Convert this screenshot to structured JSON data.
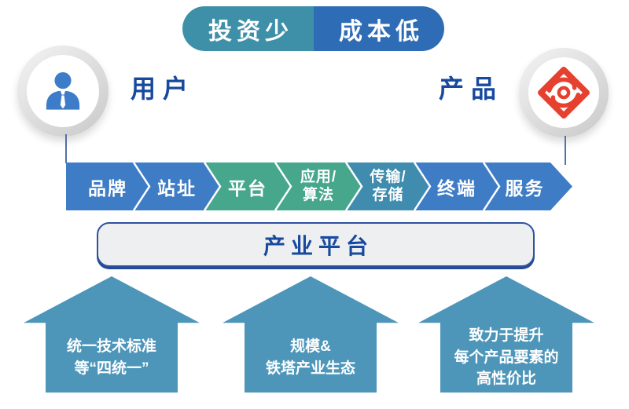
{
  "banner": {
    "items": [
      {
        "label": "投资少",
        "color": "#3E90A8"
      },
      {
        "label": "成本低",
        "color": "#2E6DB6"
      }
    ]
  },
  "entities": {
    "user": {
      "label": "用户",
      "icon": "person-icon"
    },
    "product": {
      "label": "产品",
      "icon": "china-tower-logo"
    }
  },
  "chain": {
    "segments": [
      {
        "label": "品牌",
        "color": "#3F7CC6"
      },
      {
        "label": "站址",
        "color": "#3F7CC6"
      },
      {
        "label": "平台",
        "color": "#46A78C"
      },
      {
        "label": "应用/\n算法",
        "color": "#46A78C"
      },
      {
        "label": "传输/\n存储",
        "color": "#3F8CAE"
      },
      {
        "label": "终端",
        "color": "#3F7CC6"
      },
      {
        "label": "服务",
        "color": "#3F7CC6"
      }
    ]
  },
  "platform": {
    "label": "产业平台"
  },
  "arrows": {
    "color": "#4D96BA",
    "items": [
      {
        "text": "统一技术标准\n等“四统一”"
      },
      {
        "text": "规模&\n铁塔产业生态"
      },
      {
        "text": "致力于提升\n每个产品要素的\n高性价比"
      }
    ]
  },
  "colors": {
    "accent_text_blue": "#17499E",
    "banner_teal": "#3E90A8",
    "banner_blue": "#2E6DB6",
    "chain_blue": "#3F7CC6",
    "chain_green": "#46A78C",
    "chain_teal": "#3F8CAE",
    "bottom_arrow_blue": "#4D96BA",
    "logo_red": "#E6402F",
    "person_blue": "#3D7CC9",
    "pill_border_blue": "#2D52A0",
    "connector_blue": "#5470A8"
  }
}
